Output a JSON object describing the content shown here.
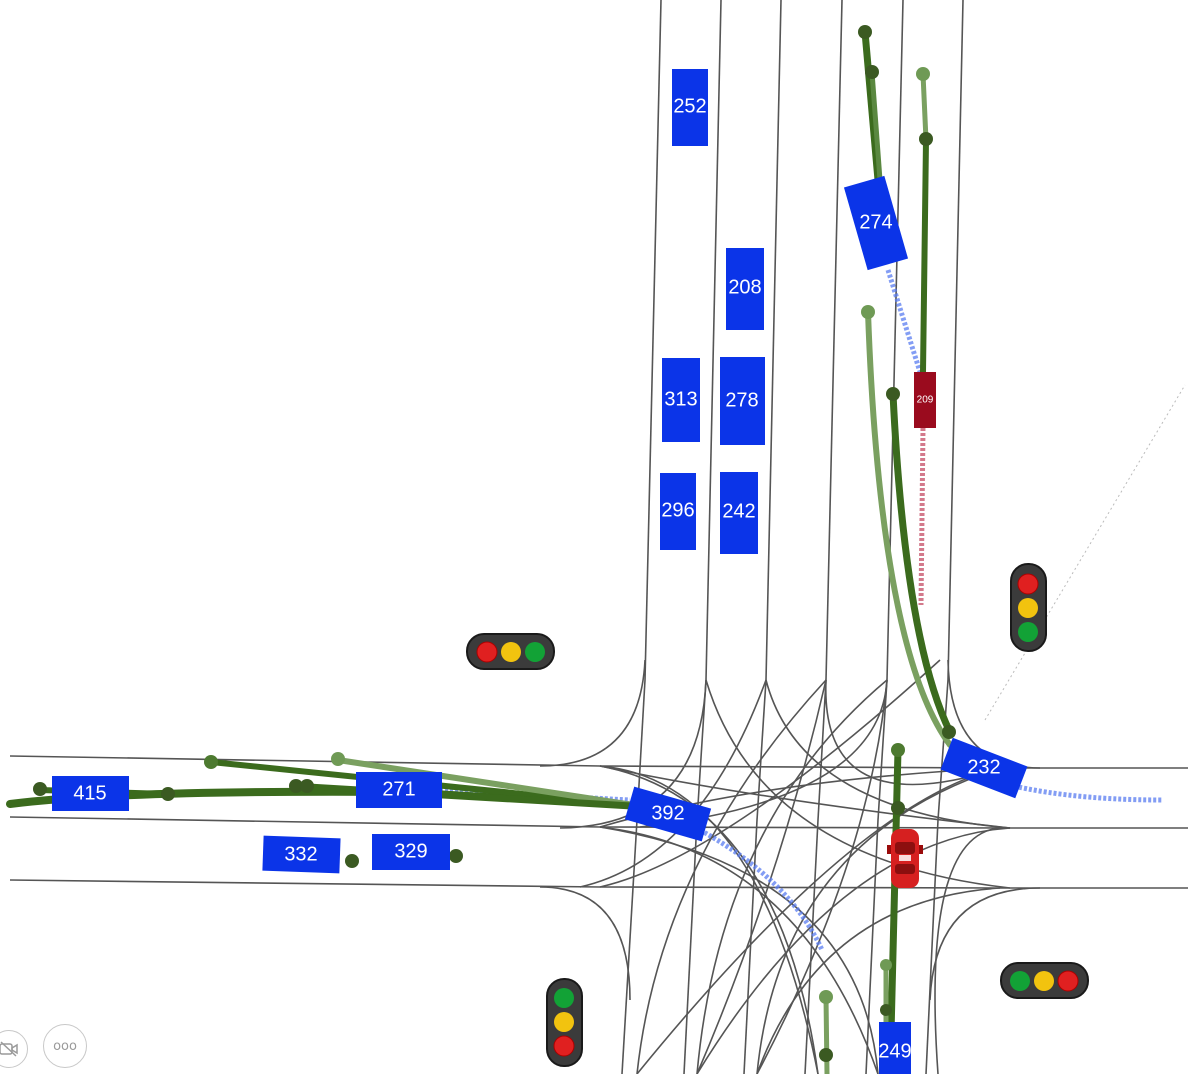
{
  "vehicles": [
    {
      "id": "252",
      "label": "252"
    },
    {
      "id": "208",
      "label": "208"
    },
    {
      "id": "274",
      "label": "274"
    },
    {
      "id": "313",
      "label": "313"
    },
    {
      "id": "278",
      "label": "278"
    },
    {
      "id": "296",
      "label": "296"
    },
    {
      "id": "242",
      "label": "242"
    },
    {
      "id": "209",
      "label": "209"
    },
    {
      "id": "415",
      "label": "415"
    },
    {
      "id": "271",
      "label": "271"
    },
    {
      "id": "392",
      "label": "392"
    },
    {
      "id": "232",
      "label": "232"
    },
    {
      "id": "332",
      "label": "332"
    },
    {
      "id": "329",
      "label": "329"
    },
    {
      "id": "249",
      "label": "249"
    }
  ],
  "ego_vehicle": {
    "color": "#d62020"
  },
  "traffic_lights": [
    {
      "id": "tl-west",
      "orientation": "horizontal",
      "lamps": [
        "red",
        "yellow",
        "green"
      ]
    },
    {
      "id": "tl-east",
      "orientation": "vertical",
      "lamps": [
        "red",
        "yellow",
        "green"
      ]
    },
    {
      "id": "tl-south",
      "orientation": "vertical",
      "lamps": [
        "green",
        "yellow",
        "red"
      ]
    },
    {
      "id": "tl-southeast",
      "orientation": "horizontal",
      "lamps": [
        "green",
        "yellow",
        "red"
      ]
    }
  ],
  "colors": {
    "vehicle": "#0b34e8",
    "highlight_vehicle": "#9a0b1e",
    "road": "#555555",
    "trajectory": "#3b6b1d",
    "trajectory_light": "#7aa060",
    "plan": "#5a7cf0",
    "lamp_red": "#e02020",
    "lamp_yellow": "#f2c30f",
    "lamp_green": "#12a236"
  },
  "hud": {
    "camera_icon": "camera-off-icon",
    "more_icon": "more-dots-icon",
    "more_glyph": "ooo"
  }
}
